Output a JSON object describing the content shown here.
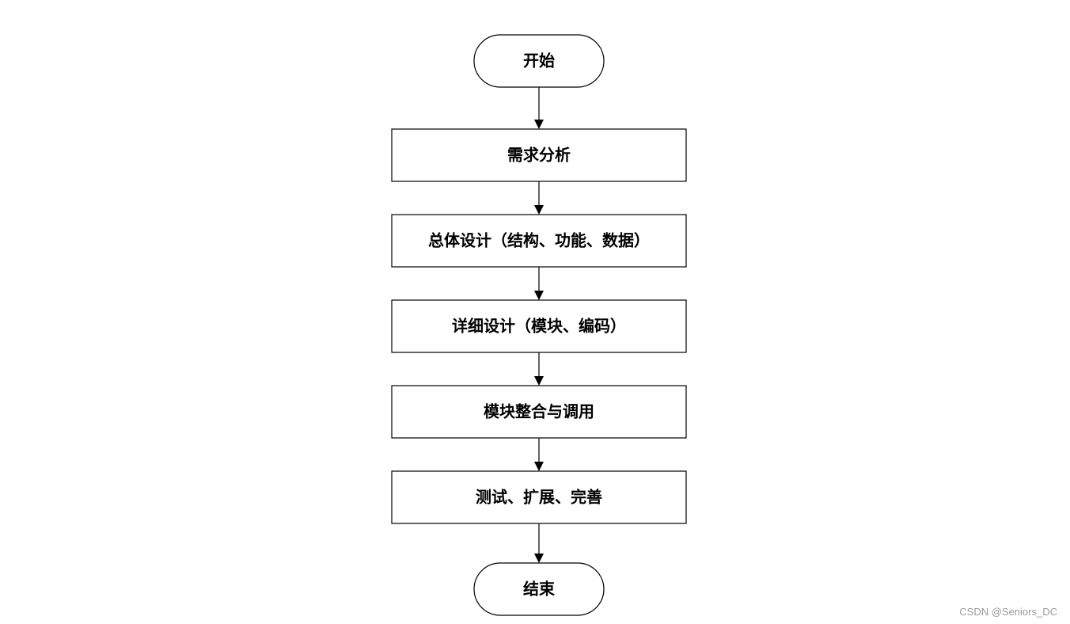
{
  "diagram": {
    "type": "flowchart",
    "direction": "top-to-bottom",
    "nodes": [
      {
        "id": "start",
        "shape": "terminal",
        "label": "开始"
      },
      {
        "id": "requirements",
        "shape": "process",
        "label": "需求分析"
      },
      {
        "id": "overall-design",
        "shape": "process",
        "label": "总体设计（结构、功能、数据）"
      },
      {
        "id": "detailed-design",
        "shape": "process",
        "label": "详细设计（模块、编码）"
      },
      {
        "id": "integration",
        "shape": "process",
        "label": "模块整合与调用"
      },
      {
        "id": "testing",
        "shape": "process",
        "label": "测试、扩展、完善"
      },
      {
        "id": "end",
        "shape": "terminal",
        "label": "结束"
      }
    ],
    "edges": [
      {
        "from": "start",
        "to": "requirements"
      },
      {
        "from": "requirements",
        "to": "overall-design"
      },
      {
        "from": "overall-design",
        "to": "detailed-design"
      },
      {
        "from": "detailed-design",
        "to": "integration"
      },
      {
        "from": "integration",
        "to": "testing"
      },
      {
        "from": "testing",
        "to": "end"
      }
    ]
  },
  "watermark": "CSDN @Seniors_DC"
}
